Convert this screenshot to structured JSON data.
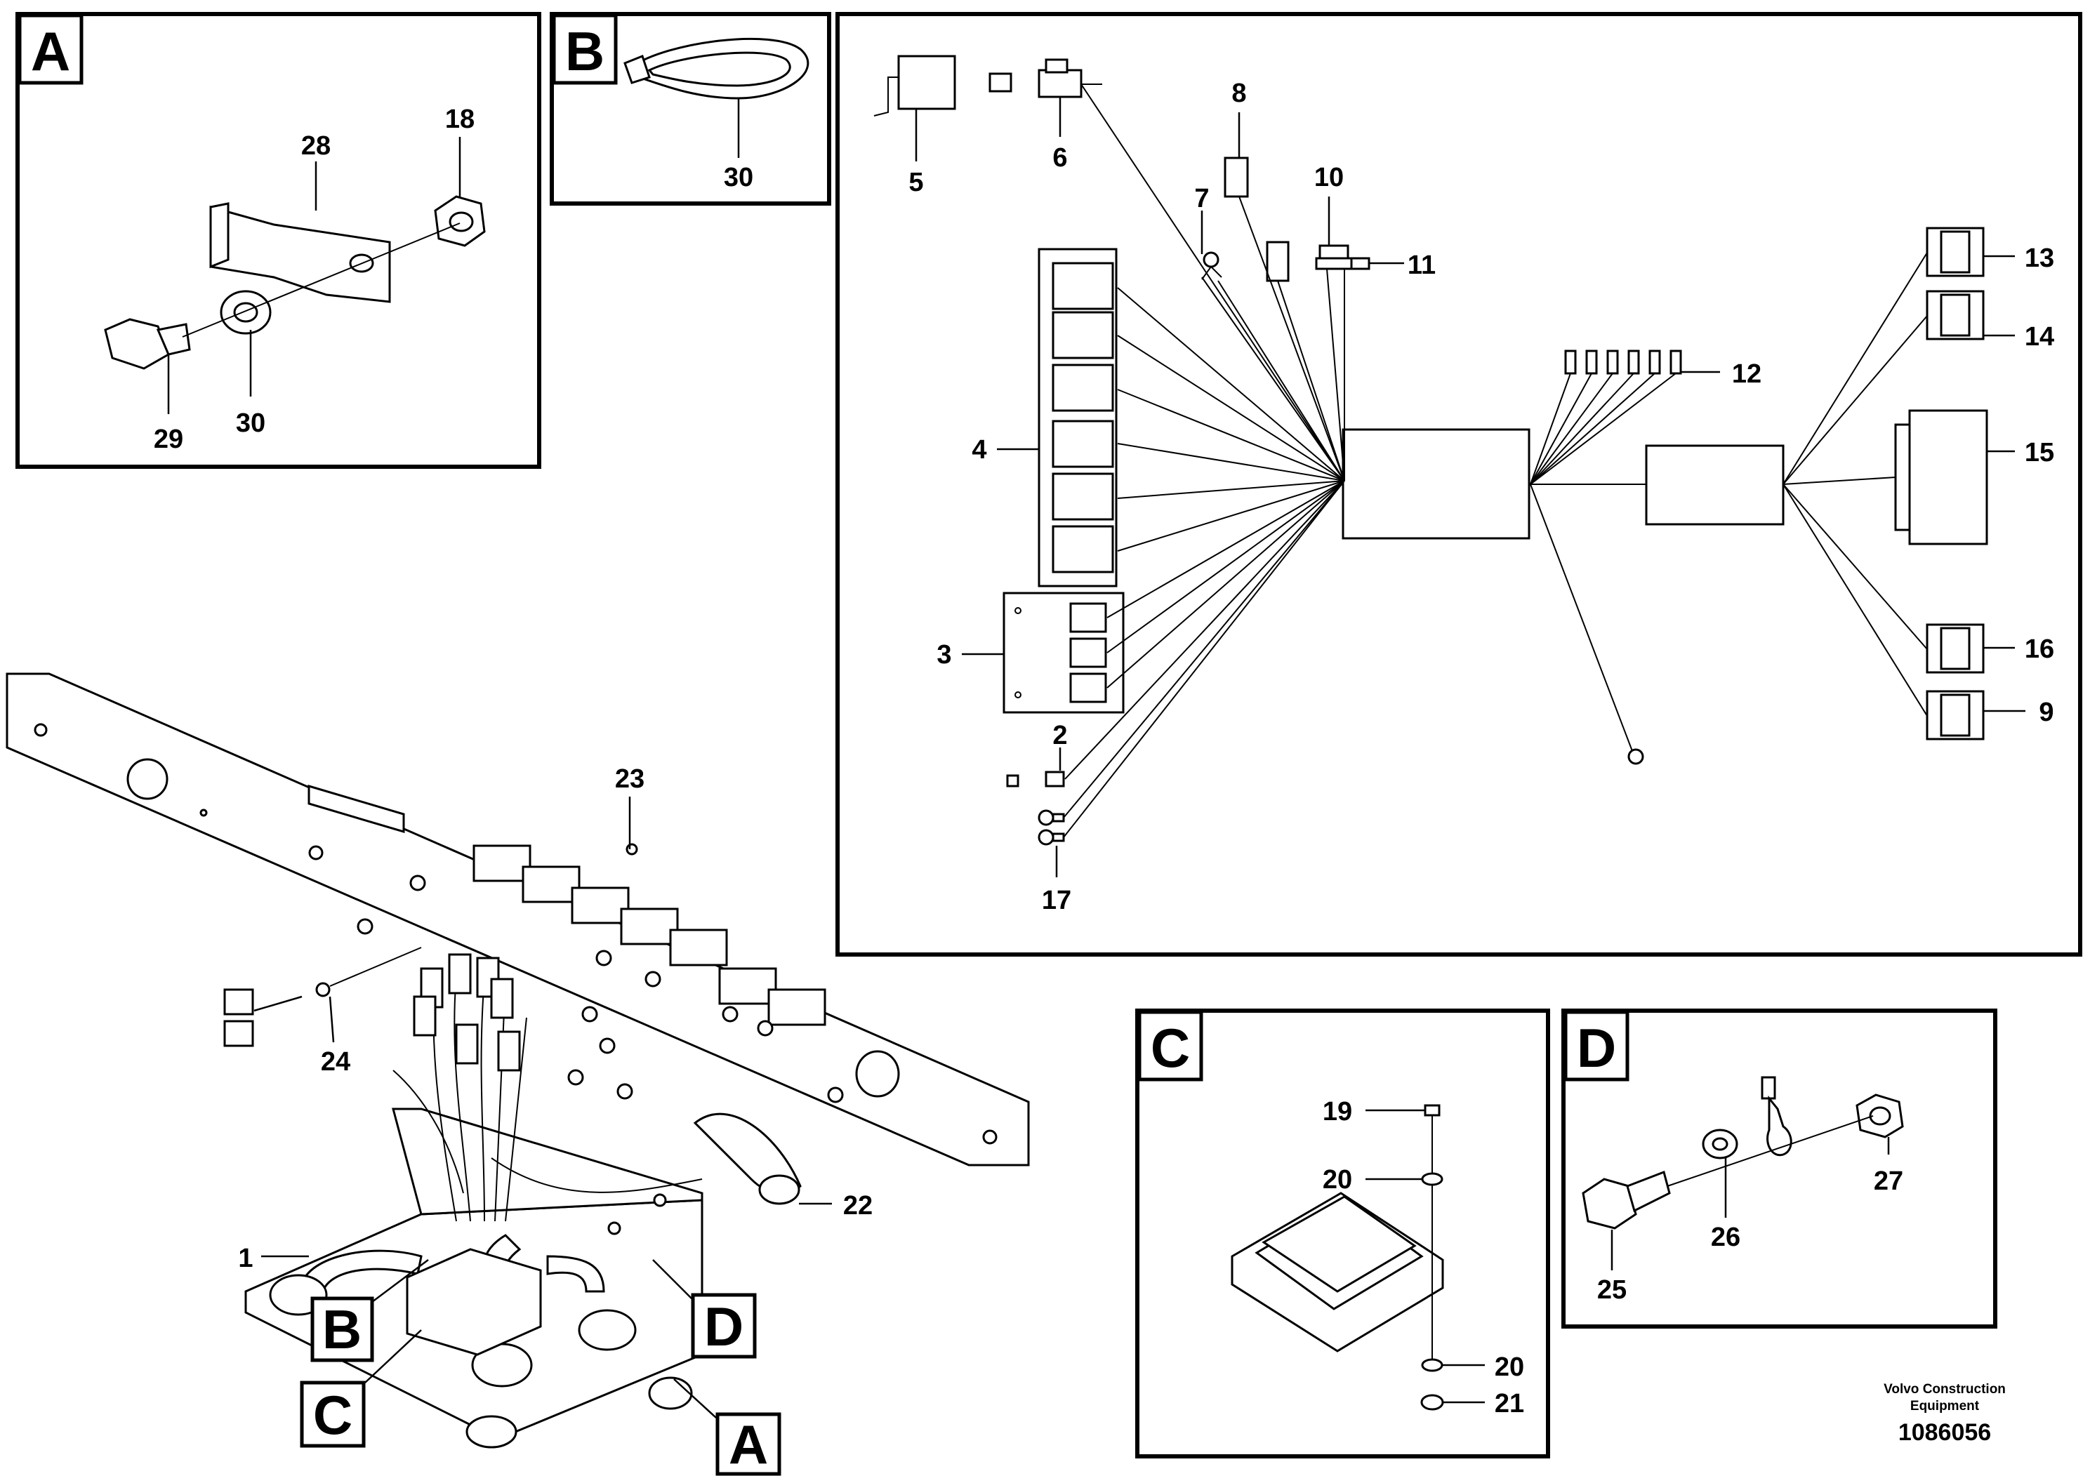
{
  "panels": {
    "A": "A",
    "B": "B",
    "C": "C",
    "D": "D"
  },
  "callouts": {
    "n1": "1",
    "n2": "2",
    "n3": "3",
    "n4": "4",
    "n5": "5",
    "n6": "6",
    "n7": "7",
    "n8": "8",
    "n9": "9",
    "n10": "10",
    "n11": "11",
    "n12": "12",
    "n13": "13",
    "n14": "14",
    "n15": "15",
    "n16": "16",
    "n17": "17",
    "n18": "18",
    "n19": "19",
    "n20": "20",
    "n21": "21",
    "n22": "22",
    "n23": "23",
    "n24": "24",
    "n25": "25",
    "n26": "26",
    "n27": "27",
    "n28": "28",
    "n29": "29",
    "n30": "30"
  },
  "footer": {
    "maker_line1": "Volvo Construction",
    "maker_line2": "Equipment",
    "doc_number": "1086056"
  }
}
